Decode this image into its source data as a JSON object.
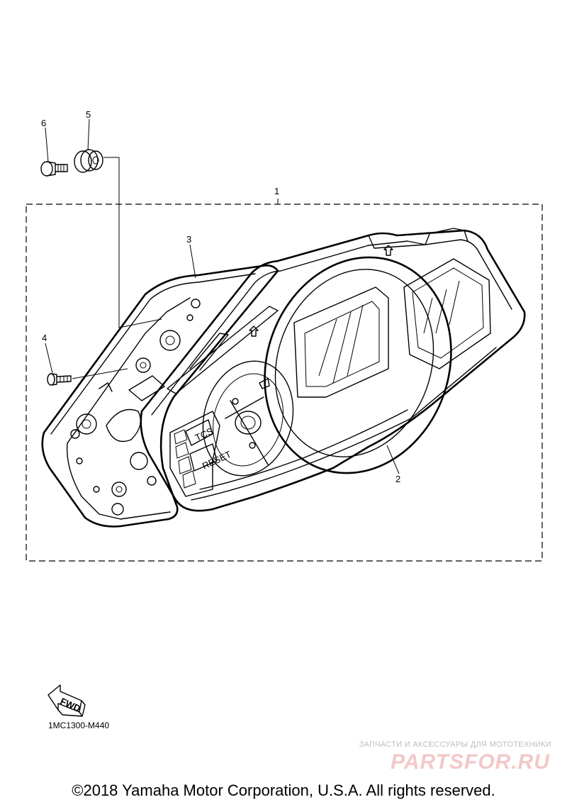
{
  "callouts": [
    "1",
    "2",
    "3",
    "4",
    "5",
    "6"
  ],
  "panel_labels": {
    "tcs": "TCS",
    "reset": "RESET"
  },
  "fwd_label": "FWD",
  "diagram_code": "1MC1300-M440",
  "watermark": {
    "tagline": "ЗАПЧАСТИ И АКСЕССУАРЫ ДЛЯ МОТОТЕХНИКИ",
    "brand": "PARTSFOR.RU"
  },
  "copyright": "©2018 Yamaha Motor Corporation, U.S.A. All rights reserved.",
  "colors": {
    "line": "#000000",
    "watermark_red": "#e8a0a0",
    "watermark_gray": "#bdbdbd"
  }
}
